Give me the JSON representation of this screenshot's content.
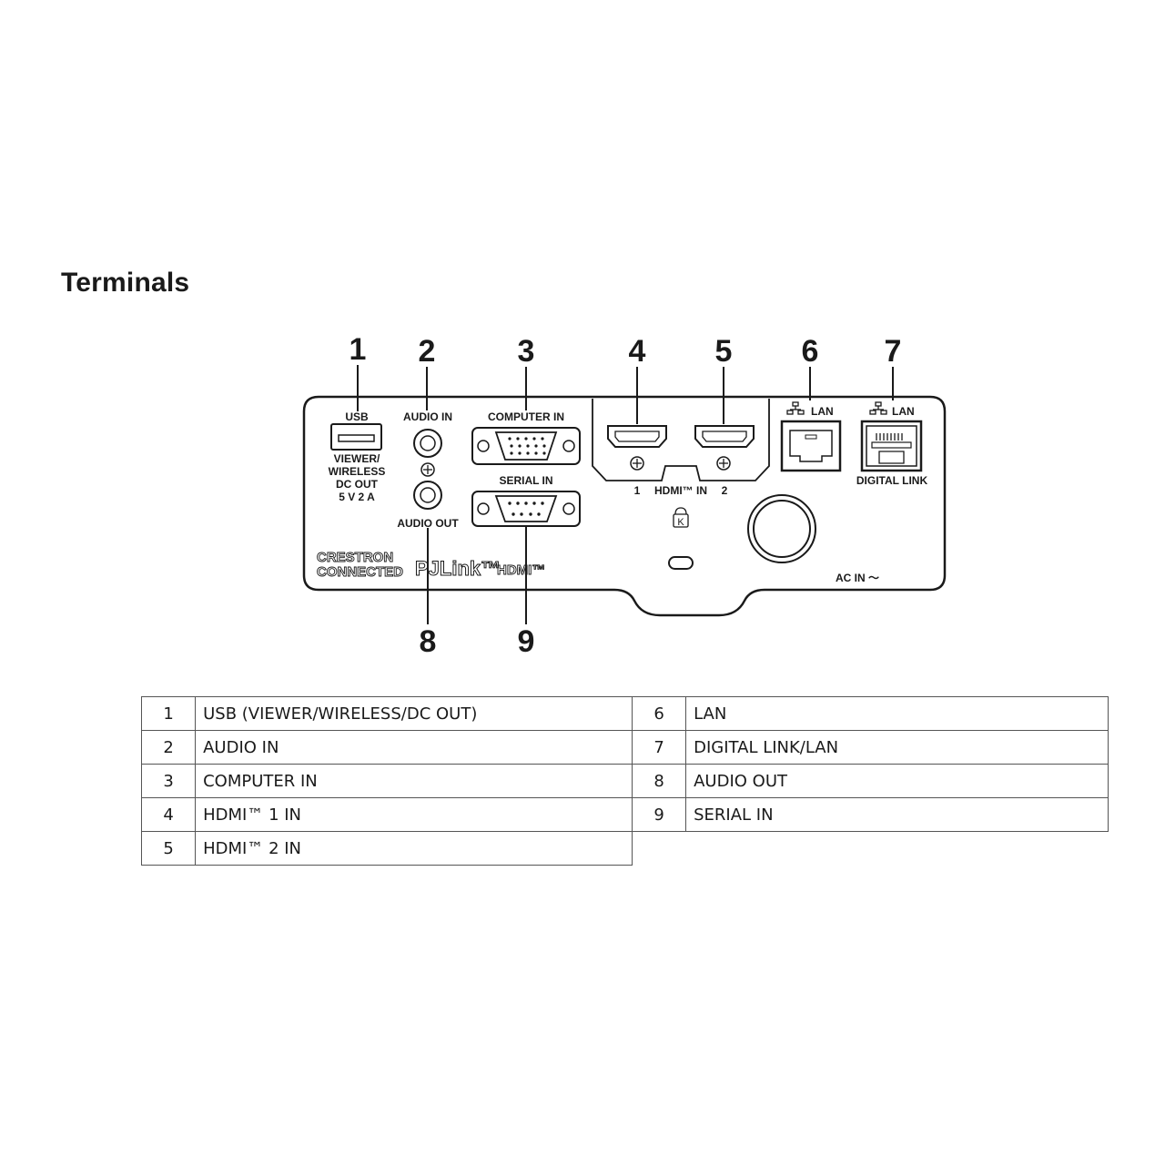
{
  "heading": "Terminals",
  "callouts": [
    "1",
    "2",
    "3",
    "4",
    "5",
    "6",
    "7",
    "8",
    "9"
  ],
  "panel_labels": {
    "usb": "USB",
    "viewer_lines": [
      "VIEWER/",
      "WIRELESS",
      "DC OUT",
      "5 V  2 A"
    ],
    "audio_in": "AUDIO IN",
    "audio_out": "AUDIO OUT",
    "computer_in": "COMPUTER IN",
    "serial_in": "SERIAL IN",
    "hdmi_in": "HDMI™ IN",
    "hdmi_1": "1",
    "hdmi_2": "2",
    "lan_6": "LAN",
    "lan_7": "LAN",
    "digital_link": "DIGITAL LINK",
    "ac_in": "AC IN ～",
    "logo_crestron": [
      "CRESTRON",
      "CONNECTED"
    ],
    "logo_pjlink": "PJLink™",
    "logo_hdmi": "HDMI™"
  },
  "legend_left": [
    {
      "num": "1",
      "label": "USB (VIEWER/WIRELESS/DC OUT)"
    },
    {
      "num": "2",
      "label": "AUDIO IN"
    },
    {
      "num": "3",
      "label": "COMPUTER IN"
    },
    {
      "num": "4",
      "label": "HDMI™ 1 IN"
    },
    {
      "num": "5",
      "label": "HDMI™ 2 IN"
    }
  ],
  "legend_right": [
    {
      "num": "6",
      "label": "LAN"
    },
    {
      "num": "7",
      "label": "DIGITAL LINK/LAN"
    },
    {
      "num": "8",
      "label": "AUDIO OUT"
    },
    {
      "num": "9",
      "label": "SERIAL IN"
    }
  ]
}
